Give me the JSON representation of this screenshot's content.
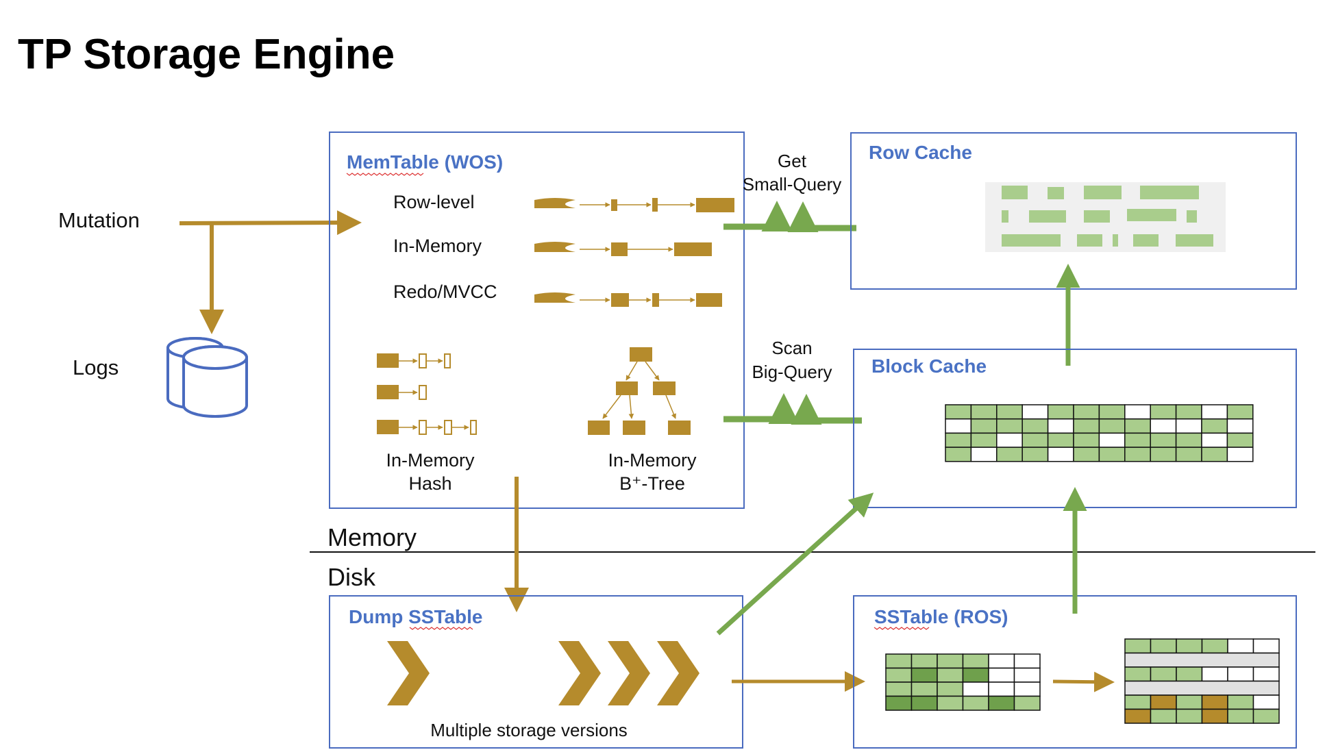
{
  "title": "TP Storage Engine",
  "colors": {
    "gold": "#b58b2c",
    "green": "#78a84e",
    "blue_border": "#4a6bbf",
    "blue_text": "#4a72c4",
    "light_green": "#a9cd8c",
    "dark_green": "#6fa04c",
    "grey_row": "#e1e1e1",
    "db_blue": "#4a6bbf"
  },
  "inputs": {
    "mutation": "Mutation",
    "logs": "Logs"
  },
  "memtable": {
    "title": "MemTable (WOS)",
    "rows": [
      "Row-level",
      "In-Memory",
      "Redo/MVCC"
    ],
    "hash_label": [
      "In-Memory",
      "Hash"
    ],
    "btree_label_line1": "In-Memory",
    "btree_label_line2": "B⁺-Tree"
  },
  "queries": {
    "get": [
      "Get",
      "Small-Query"
    ],
    "scan": [
      "Scan",
      "Big-Query"
    ]
  },
  "row_cache": {
    "title": "Row Cache"
  },
  "block_cache": {
    "title": "Block Cache"
  },
  "divider": {
    "memory": "Memory",
    "disk": "Disk"
  },
  "dump_sstable": {
    "title": "Dump SSTable",
    "caption": "Multiple storage versions"
  },
  "sstable_ros": {
    "title": "SSTable (ROS)"
  }
}
